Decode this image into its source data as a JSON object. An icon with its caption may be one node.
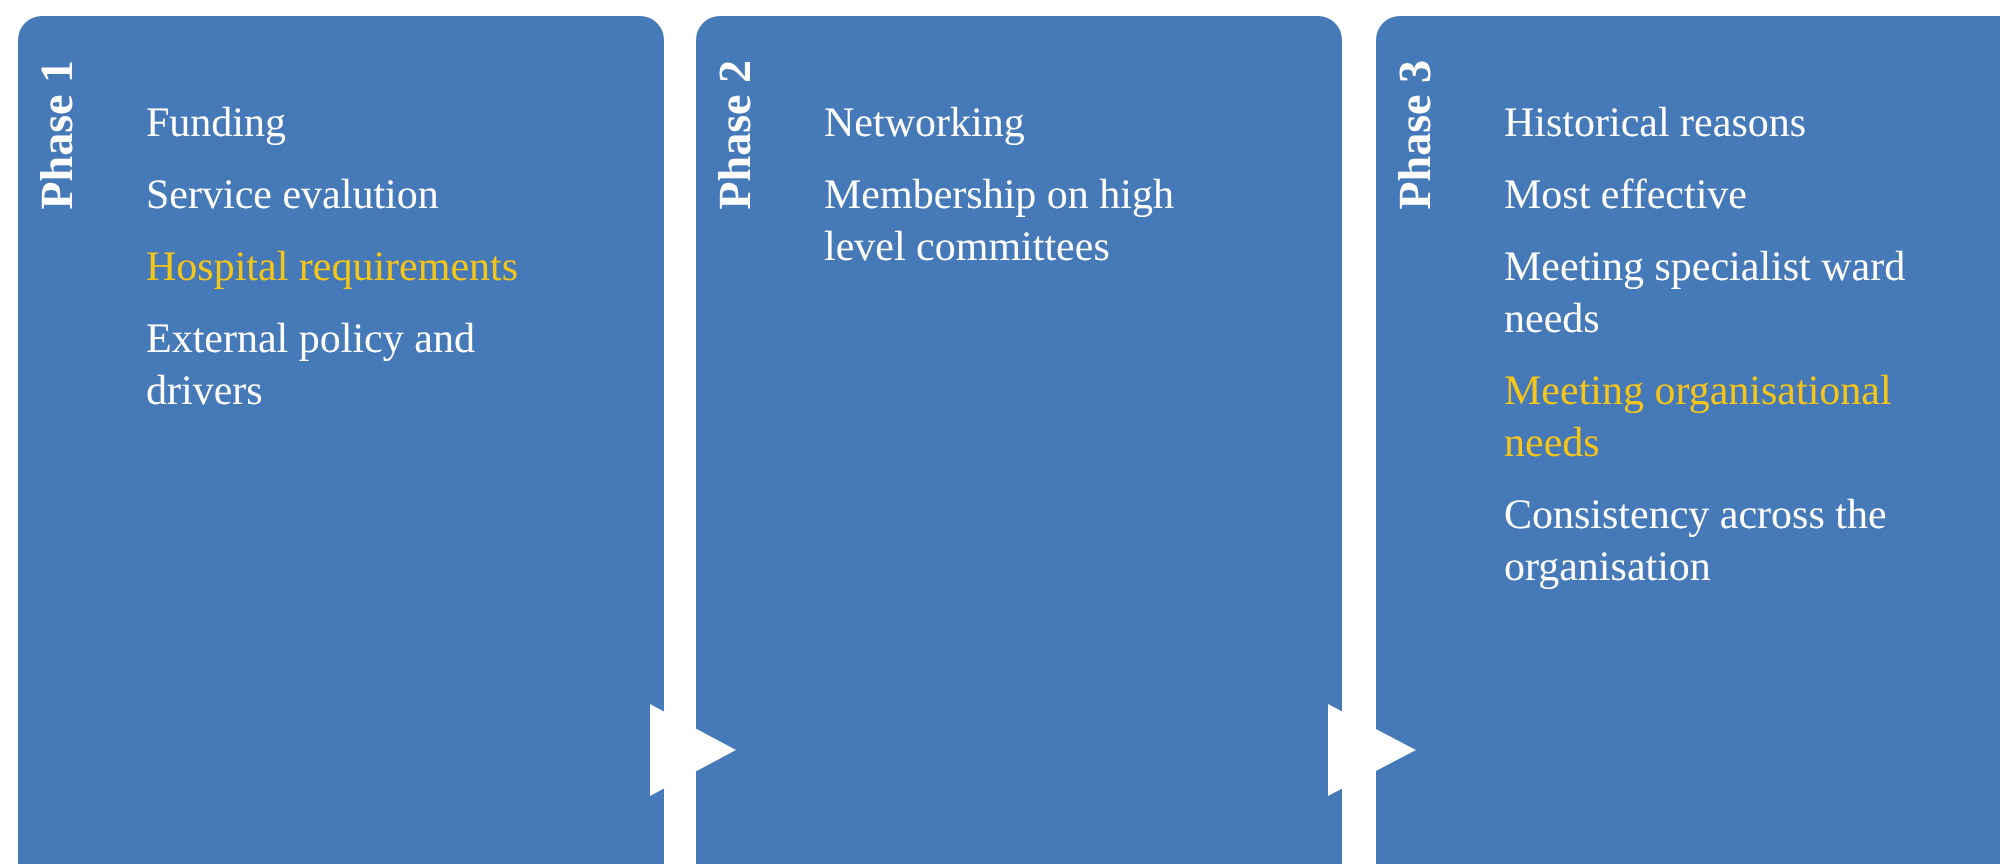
{
  "diagram": {
    "nodes": [
      {
        "text": [
          "Phase 1",
          "Funding",
          "Service evalution",
          "Hospital requirements",
          "External policy and drivers"
        ]
      },
      {
        "text": [
          "Phase 2",
          "Networking",
          "Membership on high level committees"
        ]
      },
      {
        "text": [
          "Phase 3",
          "Historical reasons",
          "Most effective",
          "Meeting specialist ward needs",
          "Meeting organisational needs",
          "Consistency across the organisation"
        ]
      }
    ],
    "edges": [
      {
        "from": 0,
        "to": 1,
        "arrow": "to"
      },
      {
        "from": 1,
        "to": 2,
        "arrow": "to"
      }
    ]
  }
}
